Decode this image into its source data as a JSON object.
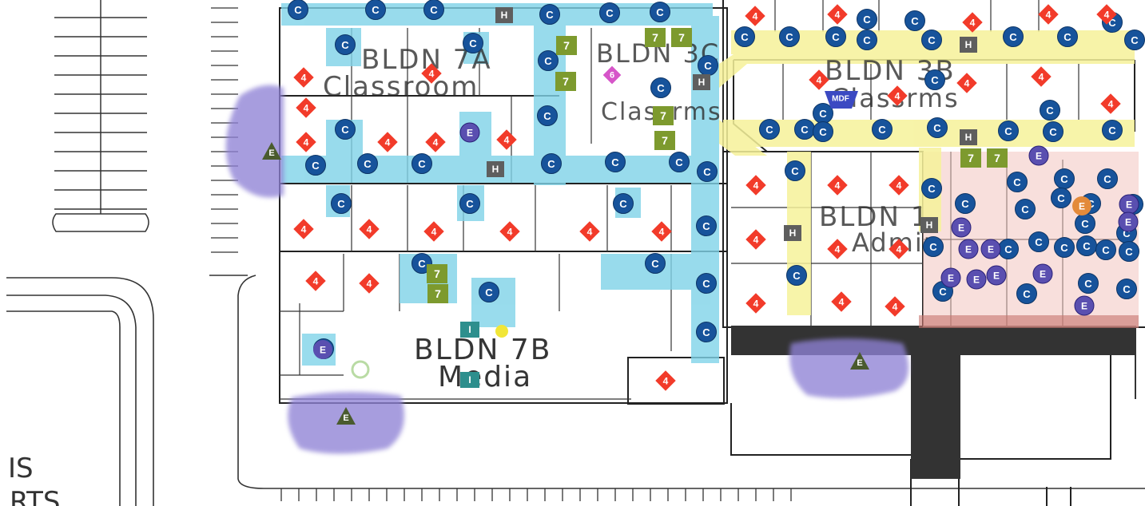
{
  "colors": {
    "corridor_cyan": "#7fd3e8",
    "corridor_yellow": "#f6f29a",
    "admin_pink": "#f3c4c0",
    "emergency_purple": "#8f82d6",
    "symbol_c": "#17539b",
    "symbol_4": "#f23b2a",
    "symbol_7": "#7d9a2e",
    "symbol_h": "#5e5e5e",
    "symbol_e_tri": "#4a5b2e",
    "symbol_i": "#2d8f8d",
    "dark_band": "#333333"
  },
  "buildings": {
    "b7a": {
      "name": "BLDN 7A",
      "use": "Classroom"
    },
    "b3c": {
      "name": "BLDN 3C",
      "use": "Classrms"
    },
    "b3b": {
      "name": "BLDN 3B",
      "use": "Classrms"
    },
    "b1": {
      "name": "BLDN 1",
      "use": "Admin"
    },
    "b7b": {
      "name": "BLDN 7B",
      "use": "Media"
    }
  },
  "edge_text": {
    "line1": "IS",
    "line2": "RTS"
  },
  "legend_symbols": {
    "c": "C",
    "four": "4",
    "seven": "7",
    "h": "H",
    "e": "E",
    "i": "I",
    "six": "6",
    "mdf": "MDF"
  }
}
